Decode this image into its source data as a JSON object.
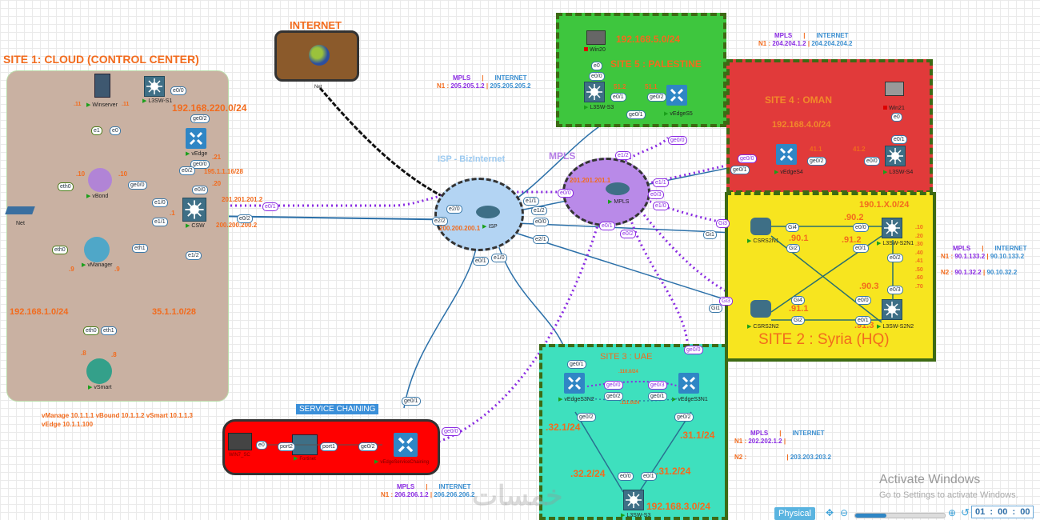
{
  "site1": {
    "title": "SITE 1: CLOUD (CONTROL CENTER)",
    "nodes": {
      "winserver": "Winserver",
      "l3sw": "L3SW-S1",
      "vedge": "vEdge",
      "vbond": "vBond",
      "csw": "CSW",
      "net": "Net",
      "vmanager": "vManager",
      "vsmart": "vSmart"
    },
    "ips": {
      "winserver_left": ".11",
      "winserver_right": ".11",
      "subnet_220": "192.168.220.0/24",
      "vedge_21": ".21",
      "subnet_196": "195.1.1.16/28",
      "csw_20": ".20",
      "vbond_left": ".10",
      "vbond_right": ".10",
      "csw_1": ".1",
      "vmanager_left": ".9",
      "vmanager_right": ".9",
      "subnet_192": "192.168.1.0/24",
      "subnet_35": "35.1.1.0/28",
      "vsmart_left": ".8",
      "vsmart_right": ".8",
      "csw_mpls": "201.201.201.2",
      "csw_inet": "200.200.200.2"
    },
    "ports": {
      "e1": "e1",
      "e0": "e0",
      "e00": "e0/0",
      "ge02": "ge0/2",
      "ge00": "ge0/0",
      "e02": "e0/2",
      "e00b": "e0/0",
      "eth0": "eth0",
      "vbond_ge00": "ge0/0",
      "e10": "e1/0",
      "e11": "e1/1",
      "eth1": "eth1",
      "eth0b": "eth0",
      "e12": "e1/2",
      "vs_eth0": "eth0",
      "vs_eth1": "eth1",
      "csw_e01": "e0/1",
      "csw_e02": "e0/2"
    },
    "footnote1": "vManage 10.1.1.1  vBound 10.1.1.2 vSmart 10.1.1.3",
    "footnote2": "vEdge 10.1.1.100"
  },
  "internet": {
    "title": "INTERNET",
    "node": "Net"
  },
  "isp": {
    "title": "ISP - BizInternet",
    "node": "ISP",
    "ip": "200.200.200.1",
    "ports": {
      "e20": "e2/0",
      "e22": "e2/2",
      "e11": "e1/1",
      "e12": "e1/2",
      "e00": "e0/0",
      "e21": "e2/1",
      "e01": "e0/1",
      "e10": "e1/0"
    }
  },
  "mpls": {
    "title": "MPLS",
    "node": "MPLS",
    "ip": "201.201.201.1",
    "ports": {
      "e12": "e1/2",
      "e00": "e0/0",
      "e11": "e1/1",
      "e03": "e0/3",
      "e10": "e1/0",
      "e01": "e0/1",
      "e02": "e0/2"
    }
  },
  "info_s5": {
    "mpls": "MPLS",
    "sep": "|",
    "internet": "INTERNET",
    "n1": "N1 :",
    "n1_mpls": "205.205.1.2",
    "n1_inet": "205.205.205.2"
  },
  "info_s4": {
    "mpls": "MPLS",
    "sep": "|",
    "internet": "INTERNET",
    "n1": "N1 :",
    "n1_mpls": "204.204.1.2",
    "n1_inet": "204.204.204.2"
  },
  "info_s2": {
    "mpls": "MPLS",
    "sep": "|",
    "internet": "INTERNET",
    "n1": "N1 :",
    "n1_mpls": "90.1.133.2",
    "n1_inet": "90.10.133.2",
    "n2": "N2 :",
    "n2_mpls": "90.1.32.2",
    "n2_inet": "90.10.32.2"
  },
  "info_s3": {
    "mpls": "MPLS",
    "sep": "|",
    "internet": "INTERNET",
    "n1": "N1 :",
    "n1_mpls": "202.202.1.2",
    "n2": "N2 :",
    "n2_inet": "203.203.203.2"
  },
  "info_sc": {
    "mpls": "MPLS",
    "sep": "|",
    "internet": "INTERNET",
    "n1": "N1 :",
    "n1_mpls": "206.206.1.2",
    "n1_inet": "206.206.206.2"
  },
  "site5": {
    "title": "SITE 5 : PALESTINE",
    "subnet": "192.168.5.0/24",
    "nodes": {
      "pc": "Win20",
      "sw": "L3SW-S3",
      "vedge": "vEdgeS5"
    },
    "ips": {
      "a": "51.2",
      "b": "51.1"
    },
    "ports": {
      "e0": "e0",
      "e00": "e0/0",
      "e01": "e0/1",
      "ge02": "ge0/2",
      "ge01": "ge0/1",
      "ge00": "ge0/0"
    }
  },
  "site4": {
    "title": "SITE 4 : OMAN",
    "subnet": "192.168.4.0/24",
    "nodes": {
      "pc": "Win21",
      "vedge": "vEdgeS4",
      "sw": "L3SW-S4"
    },
    "ips": {
      "a": "41.1",
      "b": "41.2"
    },
    "ports": {
      "e0": "e0",
      "e01": "e0/1",
      "ge02": "ge0/2",
      "e00": "e0/0",
      "ge00": "ge0/0",
      "ge01": "ge0/1"
    }
  },
  "site2": {
    "title": "SITE 2 : Syria (HQ)",
    "subnet": "190.1.X.0/24",
    "nodes": {
      "csr1": "CSRS2N1",
      "csr2": "CSRS2N2",
      "sw1": "L3SW-S2N1",
      "sw2": "L3SW-S2N2"
    },
    "ips": {
      "a": ".90.2",
      "b": ".90.1",
      "c": ".91.2",
      "d": ".90.3",
      "e": ".91.1",
      "f": ".91.3"
    },
    "vlans": [
      ".10",
      ".20",
      ".30",
      ".40",
      ".41",
      ".50",
      ".60",
      ".70"
    ],
    "ports": {
      "gi4a": "Gi4",
      "e00a": "e0/0",
      "gi2a": "Gi2",
      "e01a": "e0/1",
      "e02": "e0/2",
      "e03": "e0/3",
      "gi4b": "Gi4",
      "e00b": "e0/0",
      "gi2b": "Gi2",
      "e01b": "e0/1",
      "gi3a": "Gi3",
      "gi1a": "Gi1",
      "gi3b": "Gi3",
      "gi1b": "Gi1"
    }
  },
  "site3": {
    "title": "SITE 3 : UAE",
    "nodes": {
      "ve2": "vEdgeS3N2",
      "ve1": "vEdgeS3N1",
      "sw": "L3SW-S3"
    },
    "ips": {
      "l110": ".110.0/24",
      "l111": ".111.0/24",
      "a": ".32.1/24",
      "b": ".31.1/24",
      "c": ".32.2/24",
      "d": ".31.2/24",
      "subnet": "192.168.3.0/24"
    },
    "ports": {
      "ge01a": "ge0/1",
      "ge00a": "ge0/0",
      "ge00b": "ge0/0",
      "ge03": "ge0/3",
      "ge02a": "ge0/2",
      "ge01b": "ge0/1",
      "ge02b": "ge0/2",
      "ge02c": "ge0/2",
      "e00": "e0/0",
      "e01": "e0/1"
    }
  },
  "service": {
    "title": "SERVICE CHAINING",
    "nodes": {
      "pc": "WIN7_SC",
      "fw": "Fortinet",
      "vedge": "vEdgeServiceChaining"
    },
    "ports": {
      "e0": "e0",
      "port2": "port2",
      "port1": "port1",
      "ge02": "ge0/2",
      "ge01": "ge0/1",
      "ge00": "ge0/0"
    }
  },
  "watermark": {
    "title": "Activate Windows",
    "subtitle": "Go to Settings to activate Windows.",
    "logo": "خمسات"
  },
  "toolbar": {
    "mode": "Physical",
    "zoom_fraction": 0.35,
    "timer": "01  :  00  :  00"
  }
}
